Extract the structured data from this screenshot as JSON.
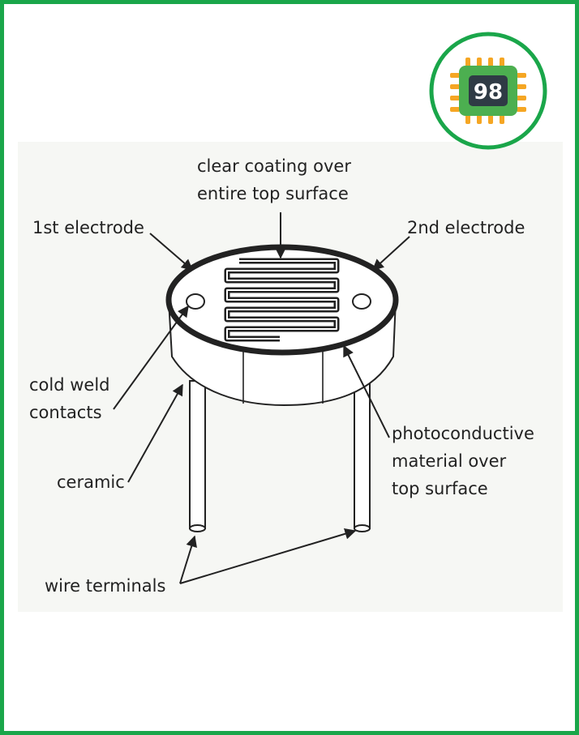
{
  "diagram": {
    "labels": {
      "clear_coating": "clear coating over\nentire top surface",
      "first_electrode": "1st electrode",
      "second_electrode": "2nd electrode",
      "cold_weld": "cold weld\ncontacts",
      "ceramic": "ceramic",
      "photoconductive": "photoconductive\nmaterial over\ntop surface",
      "wire_terminals": "wire terminals"
    }
  },
  "logo": {
    "text": "98",
    "colors": {
      "ring": "#1aa64a",
      "chip": "#4caf50",
      "pins": "#f5a623",
      "screen": "#2f3b45"
    }
  },
  "colors": {
    "frame_border": "#1aa64a",
    "ink": "#222222"
  }
}
